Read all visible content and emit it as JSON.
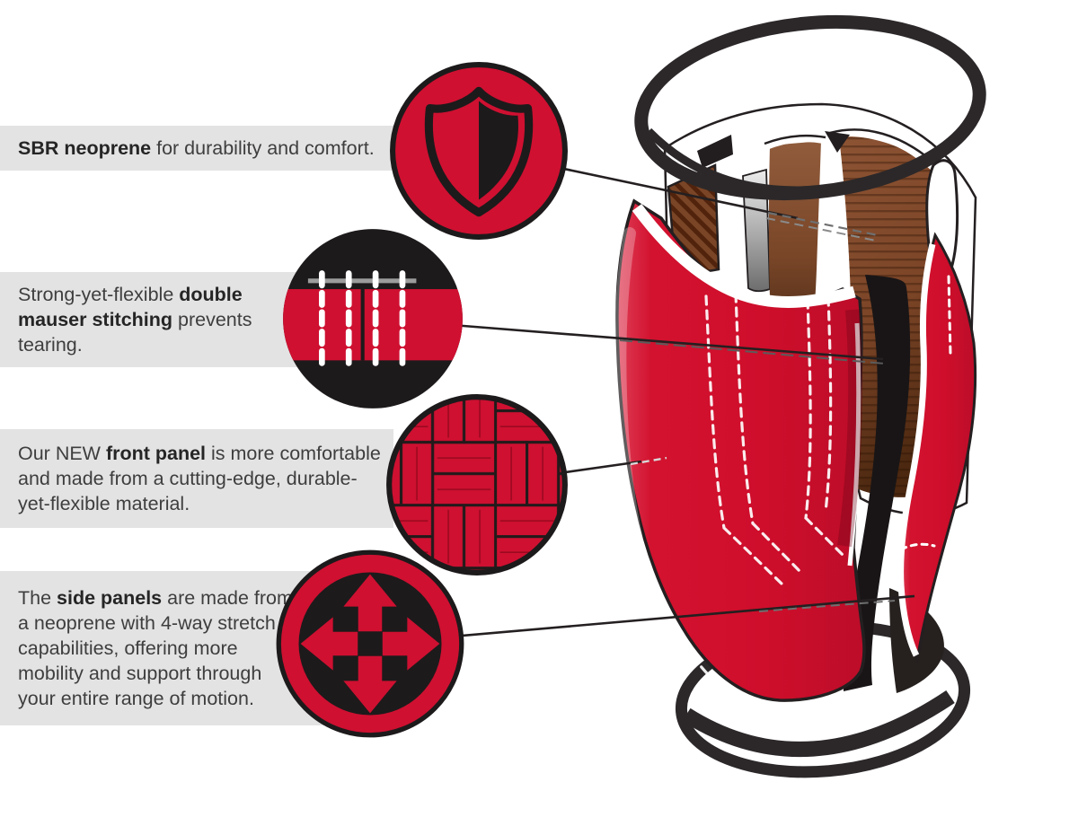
{
  "colors": {
    "accent_red": "#cf1031",
    "outline_black": "#241f20",
    "bar_gray": "#e4e3e3",
    "text_gray": "#3e3e3e",
    "lining_brown": "#8a5135",
    "trim_white": "#ffffff"
  },
  "callouts": [
    {
      "icon": "shield-icon",
      "segments": [
        {
          "text": "SBR neoprene",
          "bold": true
        },
        {
          "text": " for durability and comfort.",
          "bold": false
        }
      ]
    },
    {
      "icon": "stitching-icon",
      "segments": [
        {
          "text": "Strong-yet-flexible ",
          "bold": false
        },
        {
          "text": "double mauser stitching",
          "bold": true
        },
        {
          "text": " prevents tearing.",
          "bold": false
        }
      ]
    },
    {
      "icon": "weave-icon",
      "segments": [
        {
          "text": "Our NEW ",
          "bold": false
        },
        {
          "text": "front panel",
          "bold": true
        },
        {
          "text": " is more comfortable and made from a cutting-edge, durable-yet-flexible material.",
          "bold": false
        }
      ]
    },
    {
      "icon": "four-way-stretch-icon",
      "segments": [
        {
          "text": "The ",
          "bold": false
        },
        {
          "text": "side panels",
          "bold": true
        },
        {
          "text": " are made from a neoprene with 4-way stretch capabilities, offering more mobility and support through your entire range of motion.",
          "bold": false
        }
      ]
    }
  ],
  "illustration": {
    "subject": "Cutaway illustration of a red protective boot with black top and bottom hoops, brown inner lining panels, white trim, stitched front panel and pointed side panel"
  }
}
